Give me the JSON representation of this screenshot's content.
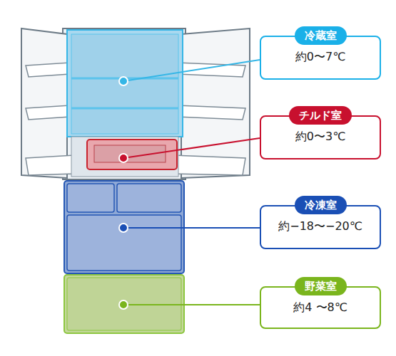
{
  "diagram": {
    "nodes": [
      {
        "text": [
          "冷蔵室",
          "約0〜7℃"
        ]
      },
      {
        "text": [
          "チルド室",
          "約0〜3℃"
        ]
      },
      {
        "text": [
          "冷凍室",
          "約−18〜−20℃"
        ]
      },
      {
        "text": [
          "野菜室",
          "約4 〜8℃"
        ]
      }
    ]
  }
}
